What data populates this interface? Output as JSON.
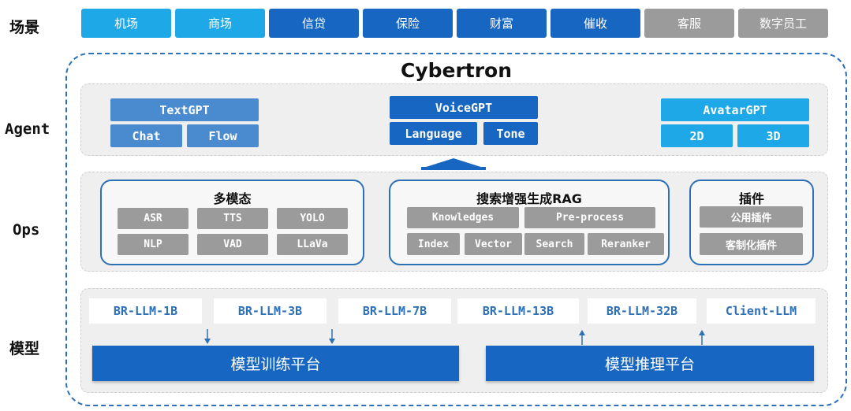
{
  "row_labels": {
    "scene": "场景",
    "agent": "Agent",
    "ops": "Ops",
    "model": "模型"
  },
  "scenes": [
    {
      "label": "机场",
      "color": "#1ea8e8"
    },
    {
      "label": "商场",
      "color": "#1ea8e8"
    },
    {
      "label": "信贷",
      "color": "#1766c2"
    },
    {
      "label": "保险",
      "color": "#1766c2"
    },
    {
      "label": "财富",
      "color": "#1766c2"
    },
    {
      "label": "催收",
      "color": "#1766c2"
    },
    {
      "label": "客服",
      "color": "#9b9b9b"
    },
    {
      "label": "数字员工",
      "color": "#9b9b9b"
    }
  ],
  "title": "Cybertron",
  "agent": {
    "textgpt": {
      "title": "TextGPT",
      "items": [
        "Chat",
        "Flow"
      ],
      "color": "#4a8bd0"
    },
    "voicegpt": {
      "title": "VoiceGPT",
      "items": [
        "Language",
        "Tone"
      ],
      "color": "#1766c2"
    },
    "avatargpt": {
      "title": "AvatarGPT",
      "items": [
        "2D",
        "3D"
      ],
      "color": "#1ea8e8"
    }
  },
  "ops": {
    "multimodal": {
      "title": "多模态",
      "items": [
        "ASR",
        "TTS",
        "YOLO",
        "NLP",
        "VAD",
        "LLaVa"
      ]
    },
    "rag": {
      "title": "搜索增强生成RAG",
      "items": [
        "Knowledges",
        "Pre-process",
        "Index",
        "Vector",
        "Search",
        "Reranker"
      ]
    },
    "plugins": {
      "title": "插件",
      "items": [
        "公用插件",
        "客制化插件"
      ]
    }
  },
  "models": [
    "BR-LLM-1B",
    "BR-LLM-3B",
    "BR-LLM-7B",
    "BR-LLM-13B",
    "BR-LLM-32B",
    "Client-LLM"
  ],
  "platforms": {
    "training": "模型训练平台",
    "inference": "模型推理平台"
  }
}
